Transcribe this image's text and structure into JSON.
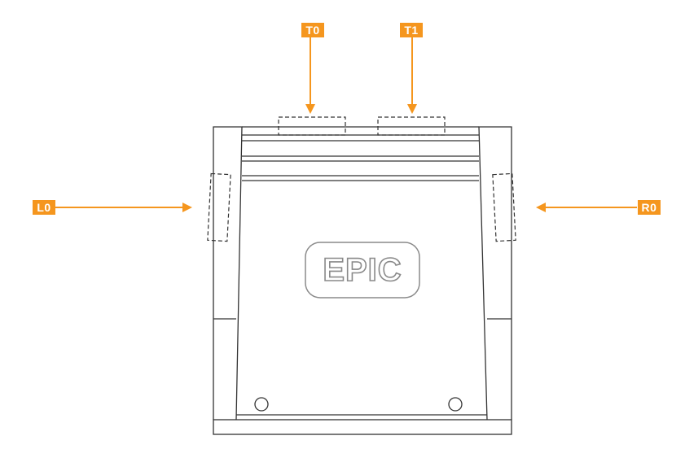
{
  "labels": {
    "t0": "T0",
    "t1": "T1",
    "l0": "L0",
    "r0": "R0"
  },
  "device": {
    "logo": "EPIC"
  },
  "colors": {
    "accent": "#f5961e",
    "outline": "#333333",
    "logo_outline": "#8a8a8a"
  }
}
